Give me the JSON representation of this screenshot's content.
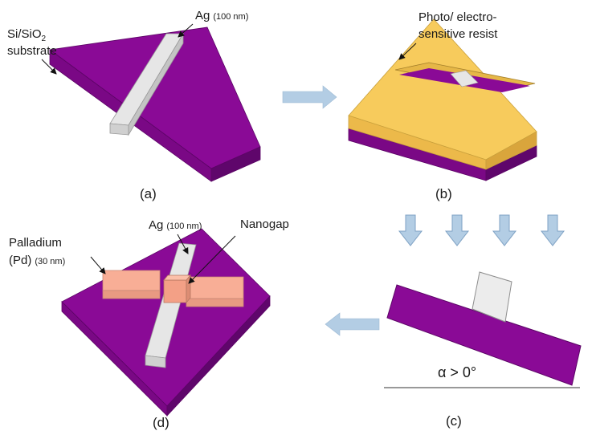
{
  "panel_a": {
    "substrate_line1": "Si/SiO",
    "substrate_sub": "2",
    "substrate_line2": "substrate",
    "ag_label": "Ag",
    "ag_thickness": "(100 nm)",
    "caption": "(a)"
  },
  "panel_b": {
    "resist_line1": "Photo/ electro-",
    "resist_line2": "sensitive resist",
    "caption": "(b)"
  },
  "panel_c": {
    "angle_label": "α > 0°",
    "caption": "(c)"
  },
  "panel_d": {
    "pd_line1": "Palladium",
    "pd_line2": "(Pd)",
    "pd_thickness": "(30 nm)",
    "ag_label": "Ag",
    "ag_thickness": "(100 nm)",
    "nanogap_label": "Nanogap",
    "caption": "(d)"
  },
  "colors": {
    "substrate_top": "#8a0a96",
    "substrate_side": "#6b0777",
    "resist": "#f7cb5c",
    "silver": "#e3e3e3",
    "palladium": "#f8ae96",
    "arrow": "#b3cde4"
  }
}
